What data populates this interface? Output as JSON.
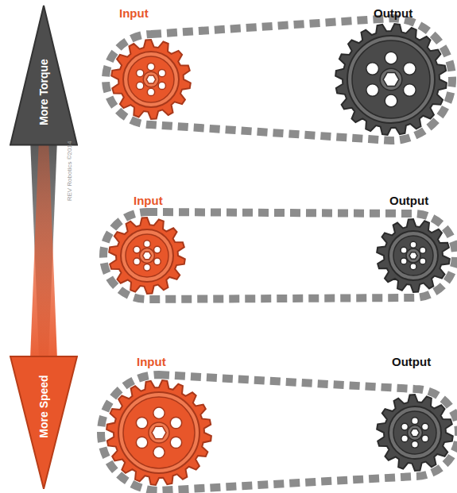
{
  "diagram": {
    "nodes": [
      {
        "text": [
          "More Torque"
        ]
      },
      {
        "text": [
          "More Speed"
        ]
      }
    ],
    "labels": [
      "Input",
      "Output",
      "Input",
      "Output",
      "Input",
      "Output",
      "REV Robotics ©2014"
    ]
  }
}
